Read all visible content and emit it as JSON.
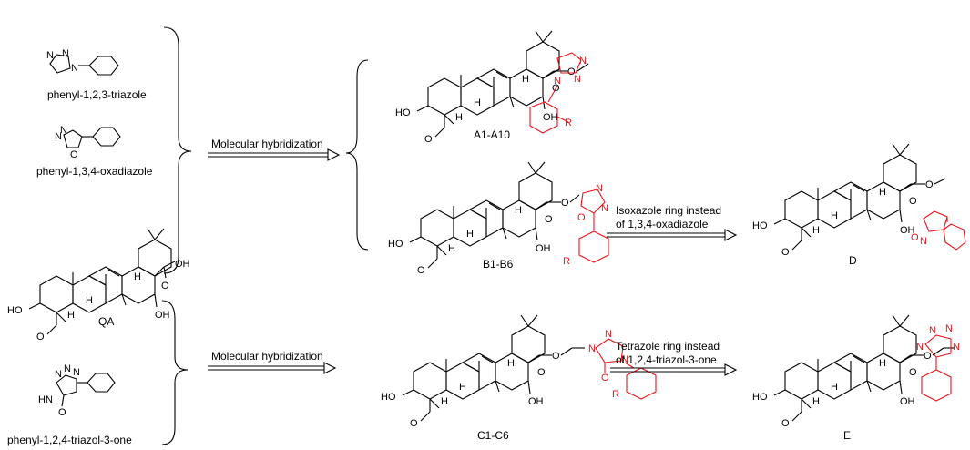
{
  "fragments": {
    "triazole": "phenyl-1,2,3-triazole",
    "oxadiazole": "phenyl-1,3,4-oxadiazole",
    "triazolone": "phenyl-1,2,4-triazol-3-one",
    "qa": "QA"
  },
  "arrows": {
    "hybrid_top": "Molecular hybridization",
    "hybrid_bottom": "Molecular hybridization",
    "isoxazole_line1": "Isoxazole ring instead",
    "isoxazole_line2": "of 1,3,4-oxadiazole",
    "tetrazole_line1": "Tetrazole ring instead",
    "tetrazole_line2": "of 1,2,4-triazol-3-one"
  },
  "compounds": {
    "a": "A1-A10",
    "b": "B1-B6",
    "c": "C1-C6",
    "d": "D",
    "e": "E"
  },
  "atoms": {
    "ho": "HO",
    "oh": "OH",
    "o": "O",
    "h": "H",
    "n": "N",
    "nh": "HN",
    "r": "R",
    "cooh": "OH"
  }
}
